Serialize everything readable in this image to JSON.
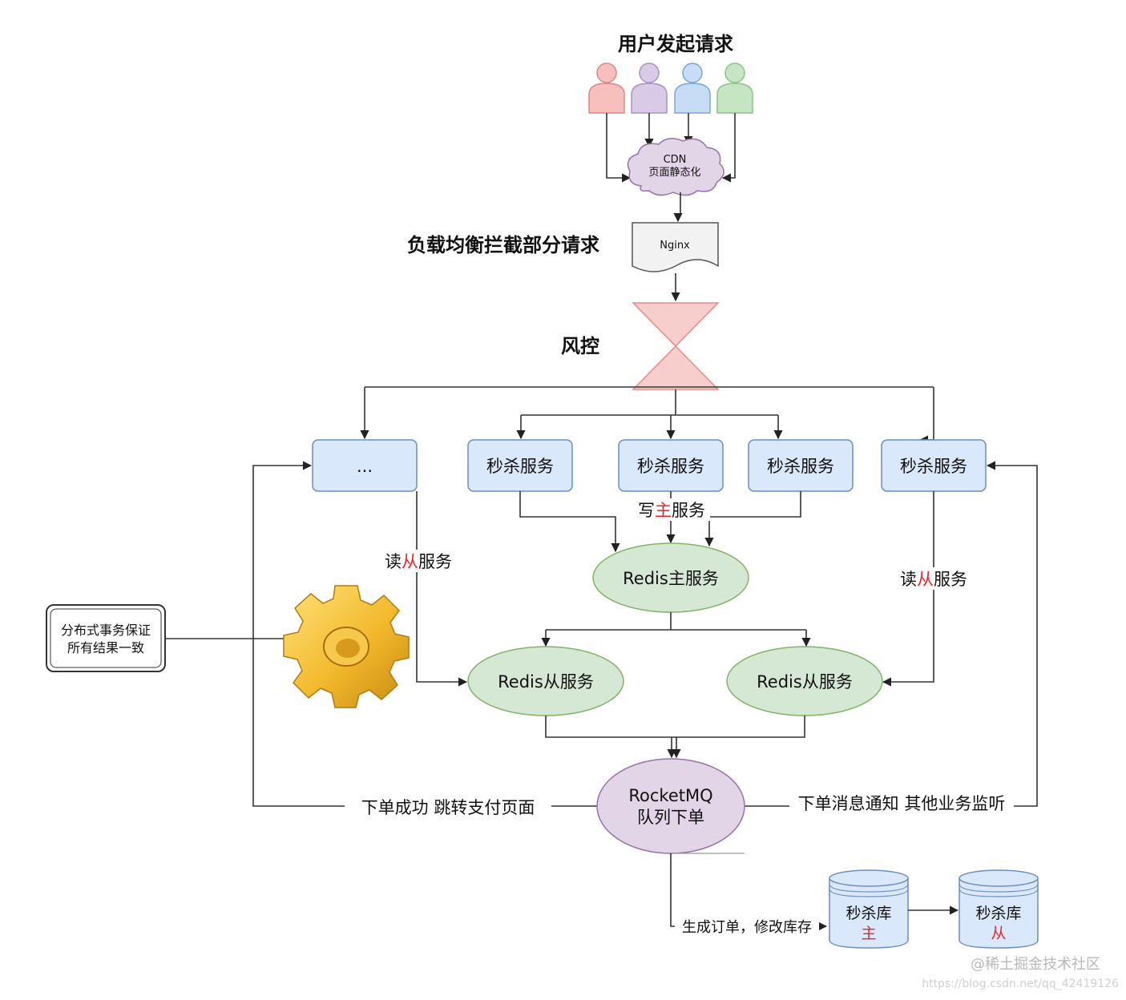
{
  "header": {
    "title": "用户发起请求",
    "lb_label": "负载均衡拦截部分请求",
    "risk_label": "风控"
  },
  "users": [
    {
      "color": "#f7c0bd",
      "stroke": "#d98a86"
    },
    {
      "color": "#d9cbe8",
      "stroke": "#a893c4"
    },
    {
      "color": "#c7dcf5",
      "stroke": "#7fa5d6"
    },
    {
      "color": "#c6e6c3",
      "stroke": "#8cc487"
    }
  ],
  "cdn": {
    "line1": "CDN",
    "line2": "页面静态化"
  },
  "nginx": {
    "label": "Nginx"
  },
  "services": {
    "ellipsis": "...",
    "s1": "秒杀服务",
    "s2": "秒杀服务",
    "s3": "秒杀服务",
    "s4": "秒杀服务"
  },
  "edge_labels": {
    "write_pre": "写",
    "write_accent": "主",
    "write_post": "服务",
    "read_left_pre": "读",
    "read_left_accent": "从",
    "read_left_post": "服务",
    "read_right_pre": "读",
    "read_right_accent": "从",
    "read_right_post": "服务",
    "success": "下单成功 跳转支付页面",
    "notify": "下单消息通知 其他业务监听",
    "order": "生成订单，修改库存"
  },
  "redis": {
    "master": "Redis主服务",
    "slave1": "Redis从服务",
    "slave2": "Redis从服务"
  },
  "mq": {
    "line1": "RocketMQ",
    "line2": "队列下单"
  },
  "distributed": {
    "line1": "分布式事务保证",
    "line2": "所有结果一致"
  },
  "db": {
    "master_name": "秒杀库",
    "master_role": "主",
    "slave_name": "秒杀库",
    "slave_role": "从"
  },
  "watermark": {
    "line1": "@稀土掘金技术社区",
    "line2": "https://blog.csdn.net/qq_42419126"
  },
  "colors": {
    "service_fill": "#dae8fc",
    "service_stroke": "#6c8ebf",
    "redis_fill": "#d5e8d4",
    "redis_stroke": "#82b366",
    "mq_fill": "#e1d5e7",
    "mq_stroke": "#9673a6",
    "risk_fill": "#f8cecc",
    "risk_stroke": "#e88a87",
    "accent": "#e8262a"
  }
}
